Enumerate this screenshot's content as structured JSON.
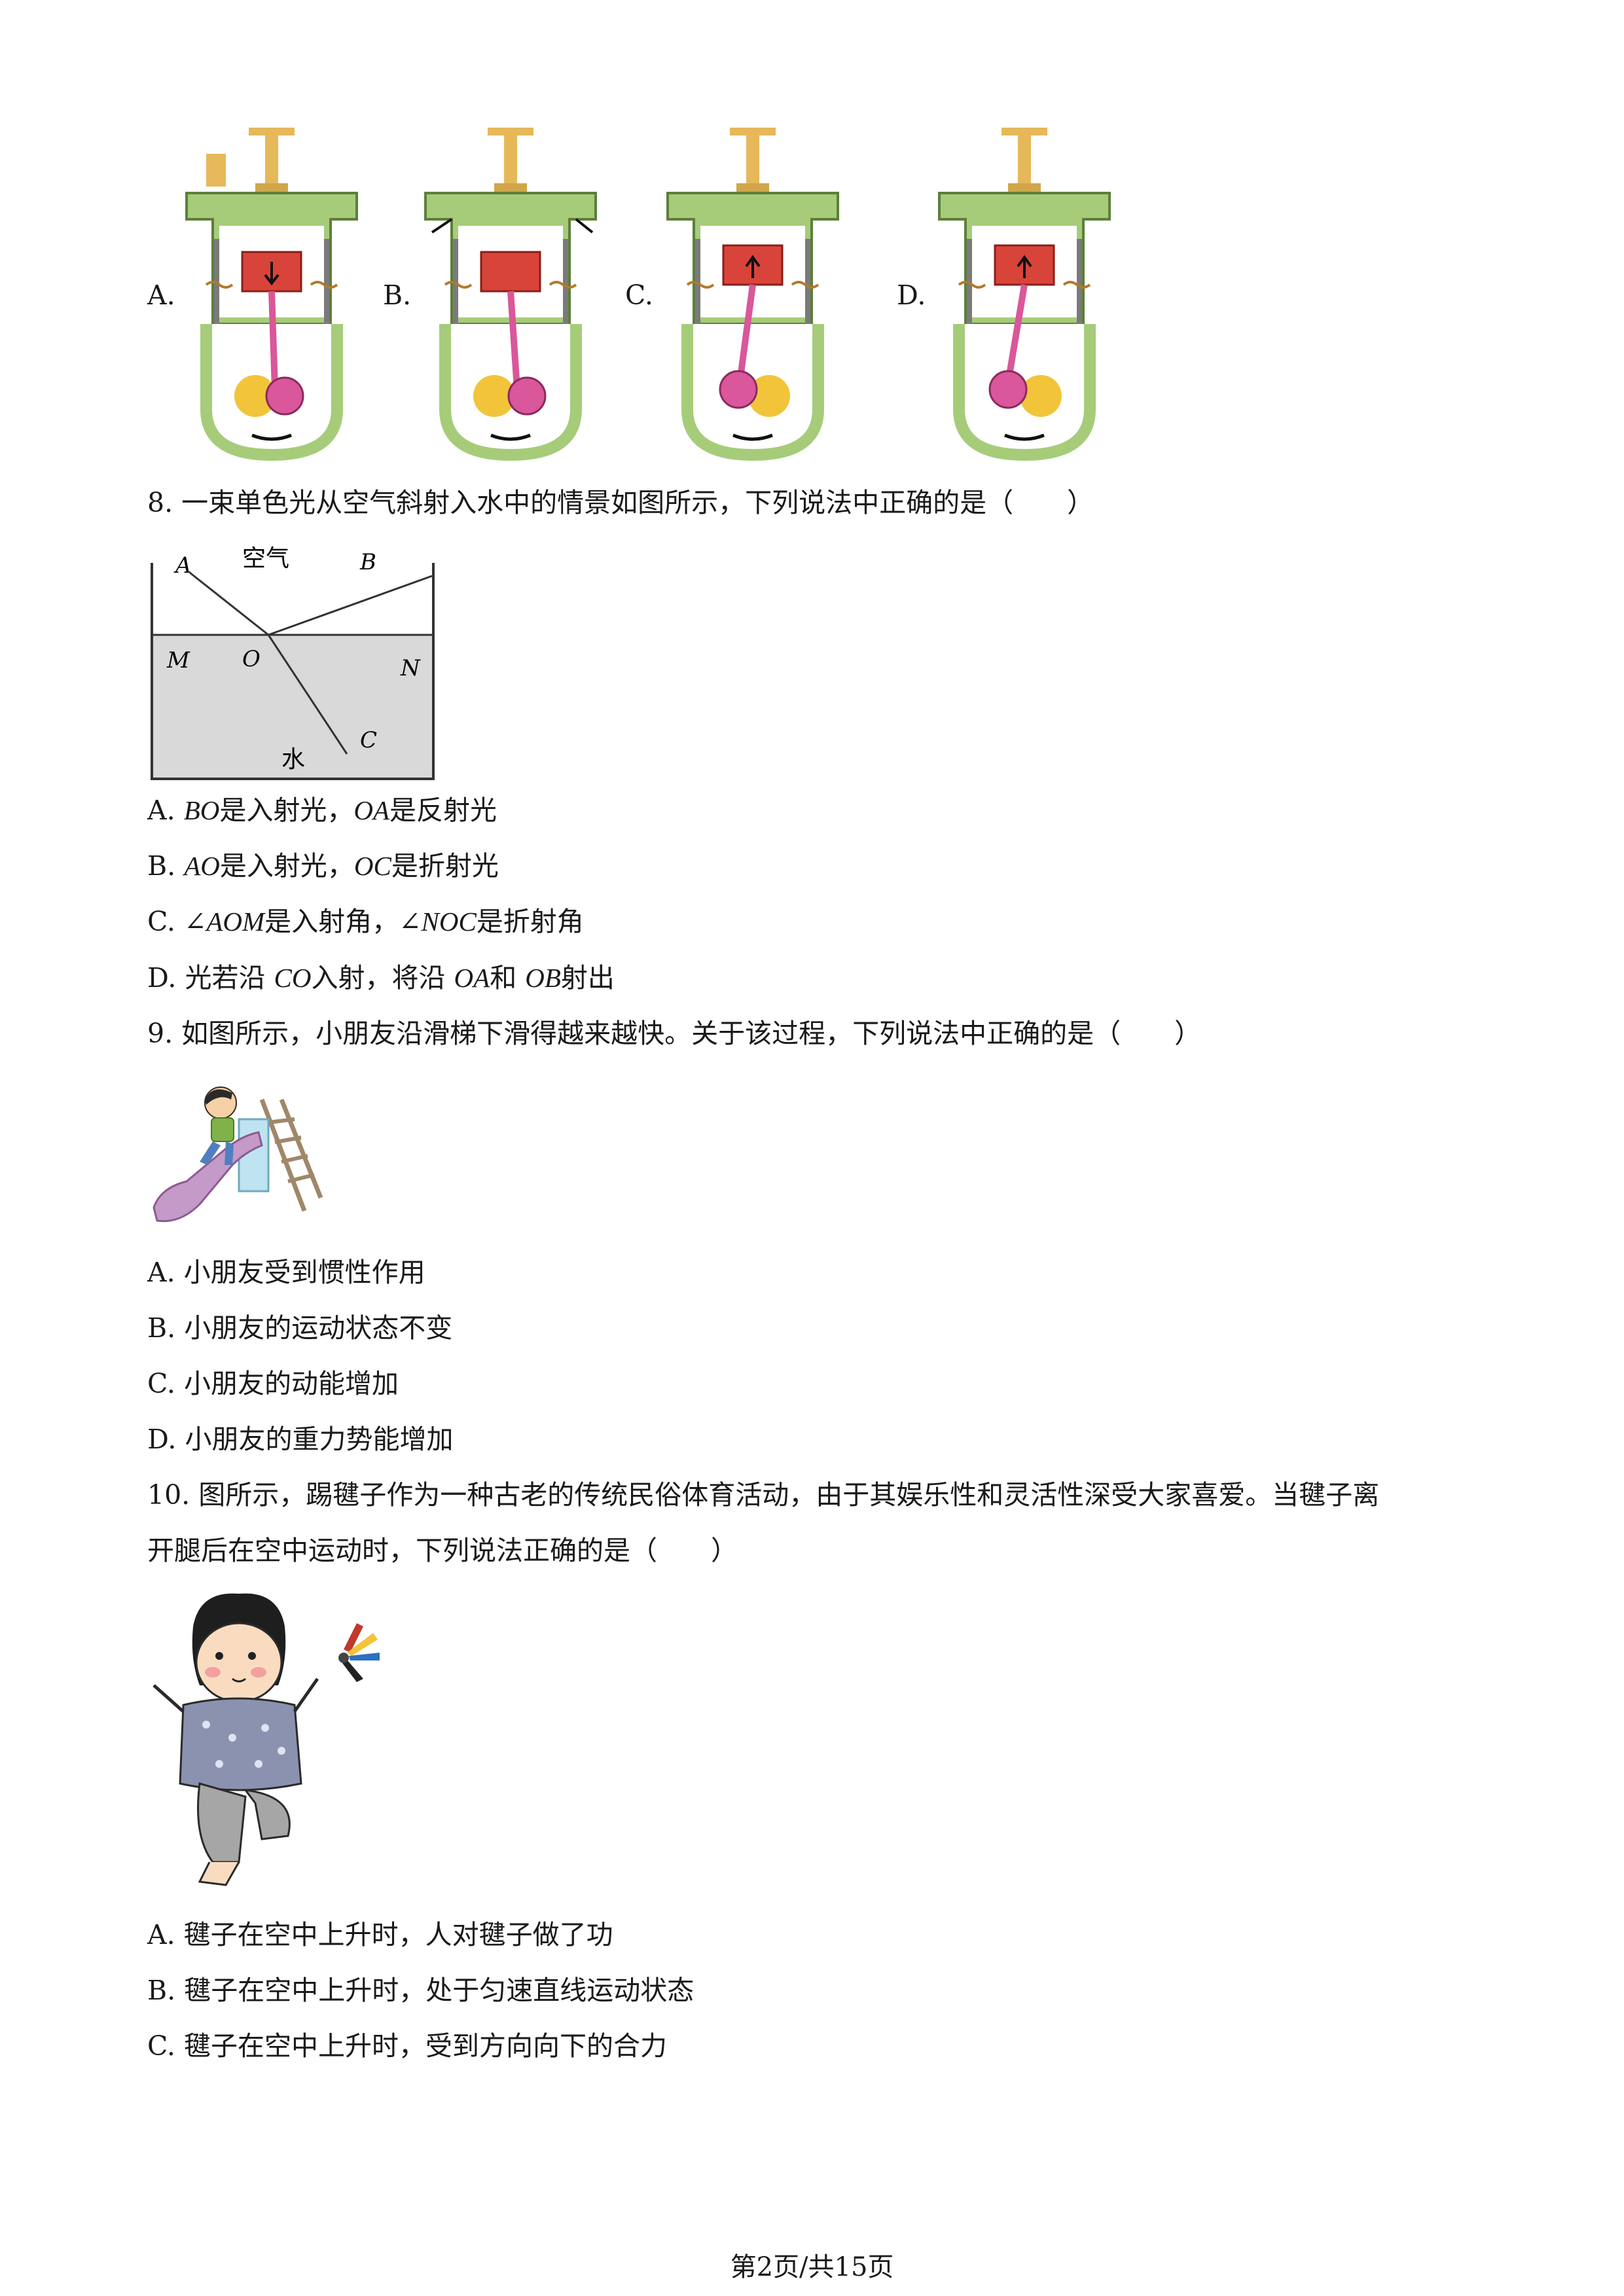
{
  "q7": {
    "options": [
      "A.",
      "B.",
      "C.",
      "D."
    ]
  },
  "q8": {
    "stem": "8. 一束单色光从空气斜射入水中的情景如图所示，下列说法中正确的是（　　）",
    "figure": {
      "air": "空气",
      "water": "水",
      "A": "A",
      "B": "B",
      "C": "C",
      "M": "M",
      "N": "N",
      "O": "O"
    },
    "optA": {
      "p1": "A. ",
      "v1": "BO",
      "p2": "是入射光，",
      "v2": "OA",
      "p3": "是反射光"
    },
    "optB": {
      "p1": "B. ",
      "v1": "AO",
      "p2": "是入射光，",
      "v2": "OC",
      "p3": "是折射光"
    },
    "optC": {
      "p1": "C. ∠",
      "v1": "AOM",
      "p2": "是入射角，∠",
      "v2": "NOC",
      "p3": "是折射角"
    },
    "optD": {
      "p1": "D. 光若沿 ",
      "v1": "CO",
      "p2": "入射，将沿 ",
      "v2": "OA",
      "p3": "和 ",
      "v3": "OB",
      "p4": "射出"
    }
  },
  "q9": {
    "stem": "9. 如图所示，小朋友沿滑梯下滑得越来越快。关于该过程，下列说法中正确的是（　　）",
    "options": [
      "A. 小朋友受到惯性作用",
      "B. 小朋友的运动状态不变",
      "C. 小朋友的动能增加",
      "D. 小朋友的重力势能增加"
    ]
  },
  "q10": {
    "stem_line1": "10. 图所示，踢毽子作为一种古老的传统民俗体育活动，由于其娱乐性和灵活性深受大家喜爱。当毽子离",
    "stem_line2": "开腿后在空中运动时，下列说法正确的是（　　）",
    "options": [
      "A. 毽子在空中上升时，人对毽子做了功",
      "B. 毽子在空中上升时，处于匀速直线运动状态",
      "C. 毽子在空中上升时，受到方向向下的合力"
    ]
  },
  "footer": {
    "page": "第2页/共15页"
  },
  "colors": {
    "engine_green": "#a6cc7a",
    "piston_red": "#d9443a",
    "rod_pink": "#d9579a",
    "crank_yellow": "#f2c43a",
    "water_gray": "#d9d9d9"
  }
}
